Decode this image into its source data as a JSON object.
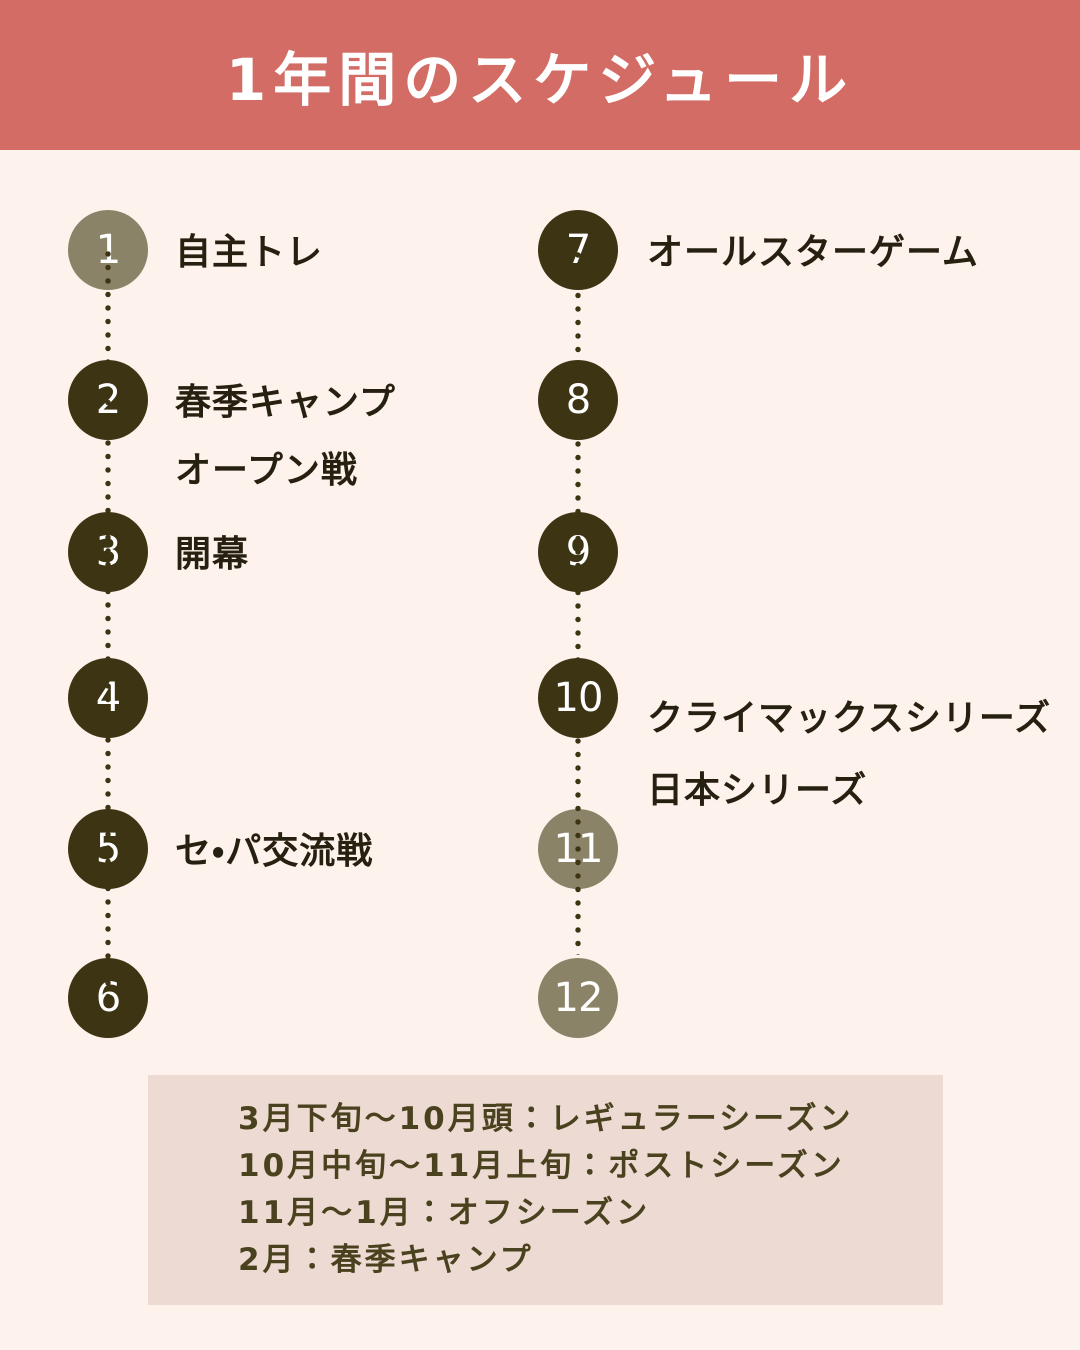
{
  "header": {
    "title": "1年間のスケジュール"
  },
  "colors": {
    "header_bg": "#D26C64",
    "page_bg": "#FDF3EC",
    "circle_dark": "#3C3413",
    "circle_muted": "#8B8367",
    "dotted_line": "#3C3413",
    "label_text": "#262011",
    "number_text": "#FFFFFF",
    "footer_bg": "#EDDBD3",
    "footer_text": "#4A421E",
    "title_text": "#FFFFFF"
  },
  "timeline": {
    "columns": [
      {
        "items": [
          {
            "num": "1",
            "label": "自主トレ",
            "sublabel": "",
            "tone": "muted"
          },
          {
            "num": "2",
            "label": "春季キャンプ",
            "sublabel": "オープン戦",
            "tone": "dark"
          },
          {
            "num": "3",
            "label": "開幕",
            "sublabel": "",
            "tone": "dark"
          },
          {
            "num": "4",
            "label": "",
            "sublabel": "",
            "tone": "dark"
          },
          {
            "num": "5",
            "label": "セ・パ交流戦",
            "sublabel": "",
            "tone": "dark"
          },
          {
            "num": "6",
            "label": "",
            "sublabel": "",
            "tone": "dark"
          }
        ]
      },
      {
        "items": [
          {
            "num": "7",
            "label": "オールスターゲーム",
            "sublabel": "",
            "tone": "dark"
          },
          {
            "num": "8",
            "label": "",
            "sublabel": "",
            "tone": "dark"
          },
          {
            "num": "9",
            "label": "",
            "sublabel": "",
            "tone": "dark"
          },
          {
            "num": "10",
            "label": "クライマックスシリーズ",
            "sublabel": "日本シリーズ",
            "tone": "dark"
          },
          {
            "num": "11",
            "label": "",
            "sublabel": "",
            "tone": "muted"
          },
          {
            "num": "12",
            "label": "",
            "sublabel": "",
            "tone": "muted"
          }
        ]
      }
    ]
  },
  "legend": {
    "lines": [
      "3月下旬〜10月頭：レギュラーシーズン",
      "10月中旬〜11月上旬：ポストシーズン",
      "11月〜1月：オフシーズン",
      "2月：春季キャンプ"
    ]
  }
}
